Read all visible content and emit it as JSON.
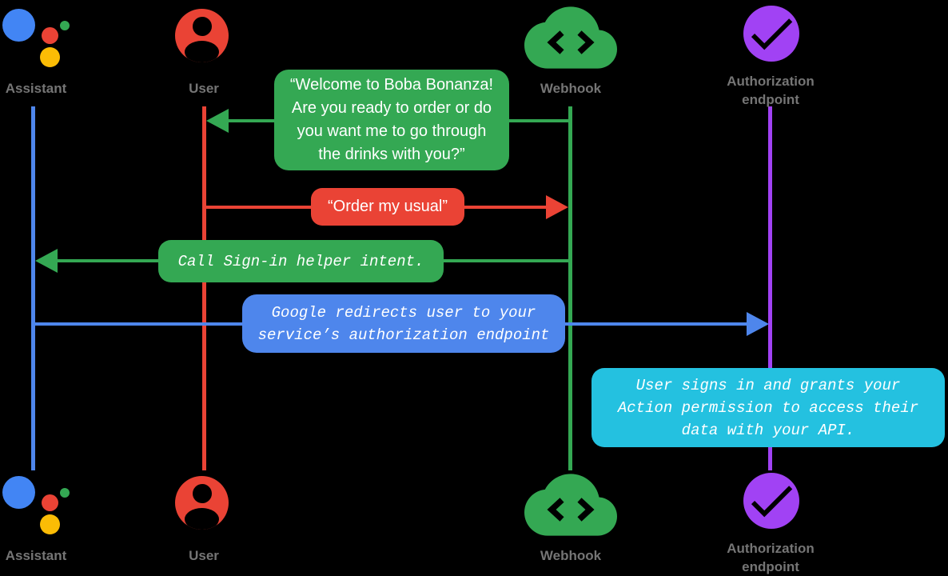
{
  "diagram_type": "sequence-diagram",
  "actors": {
    "assistant": {
      "label": "Assistant",
      "icon": "google-assistant-icon",
      "color": "#4E86EC"
    },
    "user": {
      "label": "User",
      "icon": "person-circle-icon",
      "color": "#EA4335"
    },
    "webhook": {
      "label": "Webhook",
      "icon": "cloud-code-icon",
      "color": "#34A853"
    },
    "auth": {
      "label": "Authorization endpoint",
      "icon": "checkmark-circle-icon",
      "color": "#A142F4"
    }
  },
  "messages": {
    "welcome": {
      "text": "“Welcome to Boba Bonanza!\nAre you ready to order or do\nyou want me to go through\nthe drinks with you?”",
      "from": "Webhook",
      "to": "User",
      "color": "#34A853",
      "style": "spoken"
    },
    "order": {
      "text": "“Order my usual”",
      "from": "User",
      "to": "Webhook",
      "color": "#EA4335",
      "style": "spoken"
    },
    "signin": {
      "text": "Call Sign-in helper intent.",
      "from": "Webhook",
      "to": "Assistant",
      "color": "#34A853",
      "style": "code"
    },
    "redirect": {
      "text": "Google redirects user to your\nservice’s authorization endpoint",
      "from": "Assistant",
      "to": "Authorization endpoint",
      "color": "#4E86EC",
      "style": "code"
    },
    "note": {
      "text": "User signs in and grants your\nAction permission to access their\ndata with your API.",
      "anchored_to": "Authorization endpoint",
      "color": "#24C1E0",
      "style": "code"
    }
  },
  "palette": {
    "background": "#000000",
    "label_gray": "#757575",
    "google_blue": "#4285F4",
    "google_red": "#EA4335",
    "google_yellow": "#FBBC05",
    "google_green": "#34A853",
    "purple": "#A142F4",
    "cyan": "#24C1E0",
    "bubble_text": "#FFFFFF"
  }
}
